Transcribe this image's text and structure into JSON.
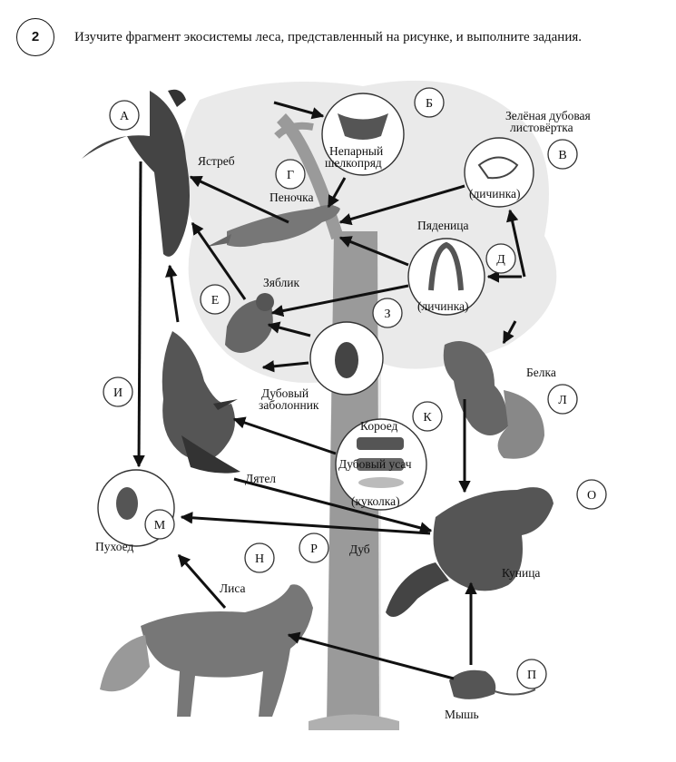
{
  "task": {
    "number": "2",
    "text": "Изучите фрагмент экосистемы леса, представленный на рисунке, и выполните задания."
  },
  "letters": {
    "A": "А",
    "B": "Б",
    "V": "В",
    "G": "Г",
    "D": "Д",
    "E": "Е",
    "Z": "З",
    "I": "И",
    "K": "К",
    "L": "Л",
    "M": "М",
    "N": "Н",
    "O": "О",
    "P": "П",
    "R": "Р"
  },
  "labels": {
    "hawk": "Ястреб",
    "gypsy_moth_1": "Непарный",
    "gypsy_moth_2": "шелкопряд",
    "leafroller_1": "Зелёная дубовая",
    "leafroller_2": "листовёртка",
    "leafroller_stage": "(личинка)",
    "warbler": "Пеночка",
    "geometer": "Пяденица",
    "geometer_stage": "(личинка)",
    "finch": "Зяблик",
    "beetle_1": "Дубовый",
    "beetle_2": "заболонник",
    "bark_beetle": "Короед",
    "longhorn": "Дубовый усач",
    "longhorn_stage": "(куколка)",
    "squirrel": "Белка",
    "woodpecker": "Дятел",
    "louse": "Пухоед",
    "oak": "Дуб",
    "fox": "Лиса",
    "marten": "Куница",
    "mouse": "Мышь"
  }
}
